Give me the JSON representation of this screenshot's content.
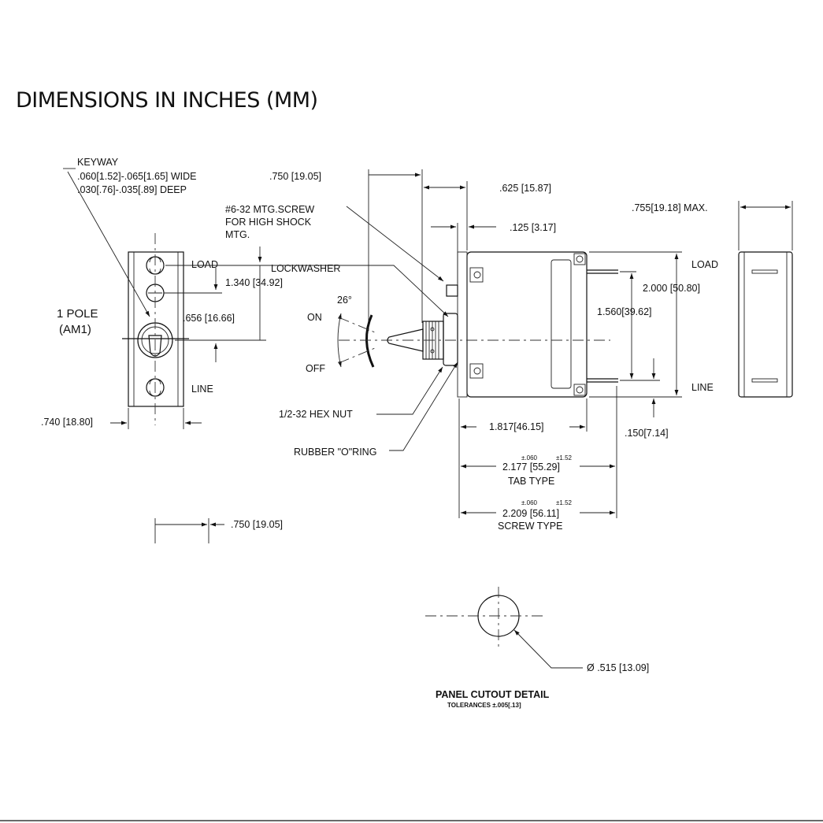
{
  "title": "DIMENSIONS IN INCHES (MM)",
  "front_view": {
    "keyway_title": "KEYWAY",
    "keyway_width": ".060[1.52]-.065[1.65] WIDE",
    "keyway_depth": ".030[.76]-.035[.89] DEEP",
    "load": "LOAD",
    "line": "LINE",
    "pole_label_1": "1 POLE",
    "pole_label_2": "(AM1)",
    "dim_load_line": "1.340 [34.92]",
    "dim_handle": ".656 [16.66]",
    "dim_width": ".740 [18.80]",
    "dim_bottom": ".750 [19.05]"
  },
  "side_view": {
    "dim_bushing": ".750 [19.05]",
    "dim_front": ".625 [15.87]",
    "dim_flange": ".125 [3.17]",
    "screw_note_1": "#6-32 MTG.SCREW",
    "screw_note_2": "FOR HIGH SHOCK",
    "screw_note_3": "MTG.",
    "lockwasher": "LOCKWASHER",
    "angle": "26°",
    "on": "ON",
    "off": "OFF",
    "hex_nut": "1/2-32 HEX NUT",
    "o_ring": "RUBBER \"O\"RING",
    "load": "LOAD",
    "line": "LINE",
    "dim_height": "2.000 [50.80]",
    "dim_terminals": "1.560[39.62]",
    "dim_terminal_offset": ".150[7.14]",
    "dim_body": "1.817[46.15]",
    "tol_in": "±.060",
    "tol_mm": "±1.52",
    "dim_tab": "2.177 [55.29]",
    "tab_type": "TAB TYPE",
    "dim_screw": "2.209 [56.11]",
    "screw_type": "SCREW TYPE"
  },
  "end_view": {
    "dim_width": ".755[19.18] MAX."
  },
  "cutout": {
    "dim_diameter": "Ø .515 [13.09]",
    "title": "PANEL CUTOUT DETAIL",
    "tolerance": "TOLERANCES ±.005[.13]"
  }
}
